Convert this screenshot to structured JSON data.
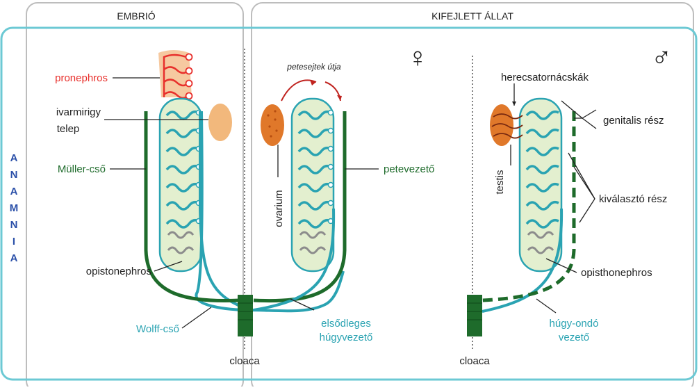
{
  "headers": {
    "embryo": "EMBRIÓ",
    "adult": "KIFEJLETT ÁLLAT"
  },
  "side_label": [
    "A",
    "N",
    "A",
    "M",
    "N",
    "I",
    "A"
  ],
  "symbols": {
    "female": "♀",
    "male": "♂"
  },
  "labels": {
    "pronephros": "pronephros",
    "ivarmirigy_line1": "ivarmirigy",
    "ivarmirigy_line2": "telep",
    "muller": "Müller-cső",
    "opistonephros": "opistonephros",
    "wolff": "Wolff-cső",
    "cloaca_left": "cloaca",
    "petesejtek": "petesejtek útja",
    "ovarium": "ovarium",
    "petevezeto": "petevezető",
    "elsodleges_line1": "elsődleges",
    "elsodleges_line2": "húgyvezető",
    "herecsatornacskak": "herecsatornácskák",
    "testis": "testis",
    "genitalis": "genitalis rész",
    "kivalaszto": "kiválasztó rész",
    "opisthonephros": "opisthonephros",
    "hugy_line1": "húgy-ondó",
    "hugy_line2": "vezető",
    "cloaca_right": "cloaca"
  },
  "colors": {
    "red": "#e8302c",
    "dark_green": "#1e6b2b",
    "teal": "#2aa3b2",
    "kidney_fill": "#e3efcf",
    "gonad_embryo": "#f2b87c",
    "gonad_adult": "#e0782a",
    "gray_tubule": "#8c8c8c",
    "frame_cyan": "#6cc9d4",
    "header_gray": "#bdbdbd",
    "anamnia_blue": "#2a4fa8"
  }
}
